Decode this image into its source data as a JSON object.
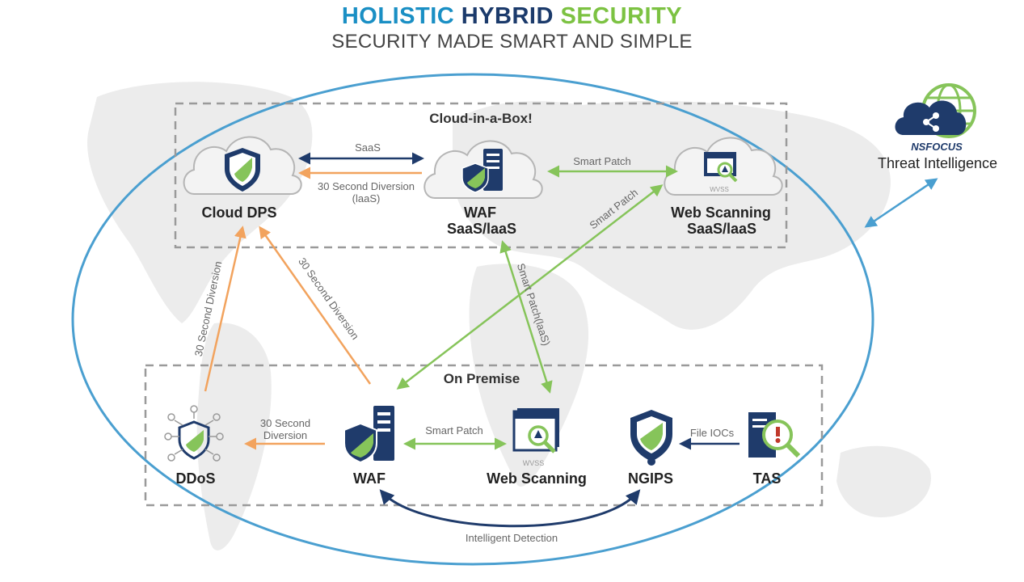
{
  "header": {
    "title_word1": "HOLISTIC",
    "title_word2": "HYBRID",
    "title_word3": "SECURITY",
    "subtitle": "SECURITY MADE SMART AND SIMPLE"
  },
  "colors": {
    "title1": "#1a8fc4",
    "title2": "#1b3a6b",
    "title3": "#7cc242",
    "navy": "#1f3b6b",
    "green": "#86c45a",
    "orange": "#f2a35e",
    "ellipse": "#4a9fd0",
    "box_border": "#9a9a9a",
    "label_gray": "#666666"
  },
  "groups": {
    "cloud": "Cloud-in-a-Box!",
    "onprem": "On Premise"
  },
  "nodes": {
    "cloud_dps": "Cloud DPS",
    "waf_cloud_1": "WAF",
    "waf_cloud_2": "SaaS/laaS",
    "webscan_cloud_1": "Web Scanning",
    "webscan_cloud_2": "SaaS/laaS",
    "wvss": "WVSS",
    "ddos": "DDoS",
    "waf": "WAF",
    "web_scanning": "Web Scanning",
    "ngips": "NGIPS",
    "tas": "TAS",
    "nsfocus": "NSFOCUS",
    "threat_intel": "Threat Intelligence"
  },
  "edges": {
    "saas": "SaaS",
    "diversion_cloud_1": "30 Second Diversion",
    "diversion_cloud_2": "(laaS)",
    "smart_patch_top": "Smart Patch",
    "smart_patch_diag": "Smart Patch",
    "smart_patch_iaas": "Smart Patch(laaS)",
    "diversion_left": "30 Second Diversion",
    "diversion_waf": "30 Second Diversion",
    "diversion_ddos_1": "30 Second",
    "diversion_ddos_2": "Diversion",
    "smart_patch_onprem": "Smart Patch",
    "file_iocs": "File IOCs",
    "intelligent_detection": "Intelligent Detection"
  }
}
